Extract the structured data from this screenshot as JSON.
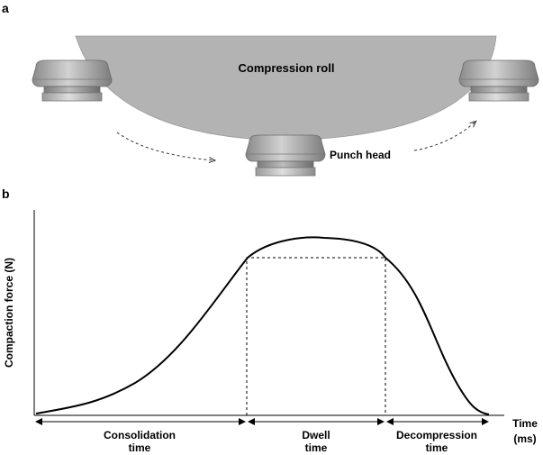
{
  "panel_a": {
    "label": "a",
    "roll_label": "Compression roll",
    "punch_label": "Punch head"
  },
  "panel_b": {
    "label": "b",
    "ylabel": "Compaction force (N)",
    "xlabel_line1": "Time",
    "xlabel_line2": "(ms)",
    "phases": [
      {
        "line1": "Consolidation",
        "line2": "time"
      },
      {
        "line1": "Dwell",
        "line2": "time"
      },
      {
        "line1": "Decompression",
        "line2": "time"
      }
    ]
  },
  "colors": {
    "roll": "#b3b3b3",
    "punch_light": "#c8c8c8",
    "punch_dark": "#8e8e8e",
    "curve": "#000000"
  }
}
